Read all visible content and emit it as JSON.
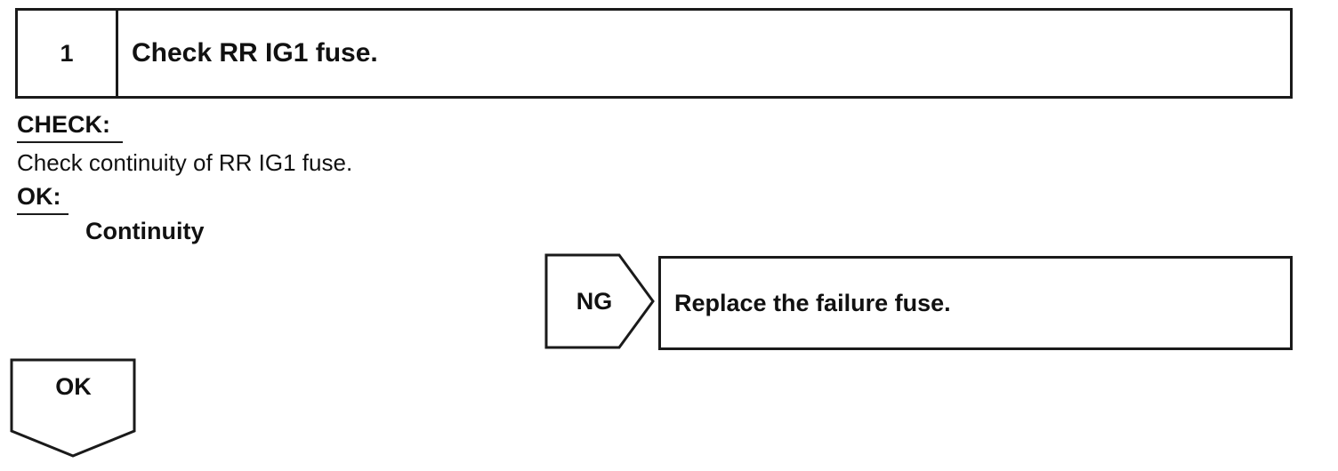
{
  "step": {
    "number": "1",
    "title": "Check RR IG1 fuse."
  },
  "check": {
    "label": "CHECK:",
    "text": "Check continuity of RR IG1 fuse."
  },
  "ok_spec": {
    "label": "OK:",
    "value": "Continuity"
  },
  "ng_branch": {
    "label": "NG",
    "action": "Replace the failure fuse."
  },
  "ok_branch": {
    "label": "OK"
  }
}
